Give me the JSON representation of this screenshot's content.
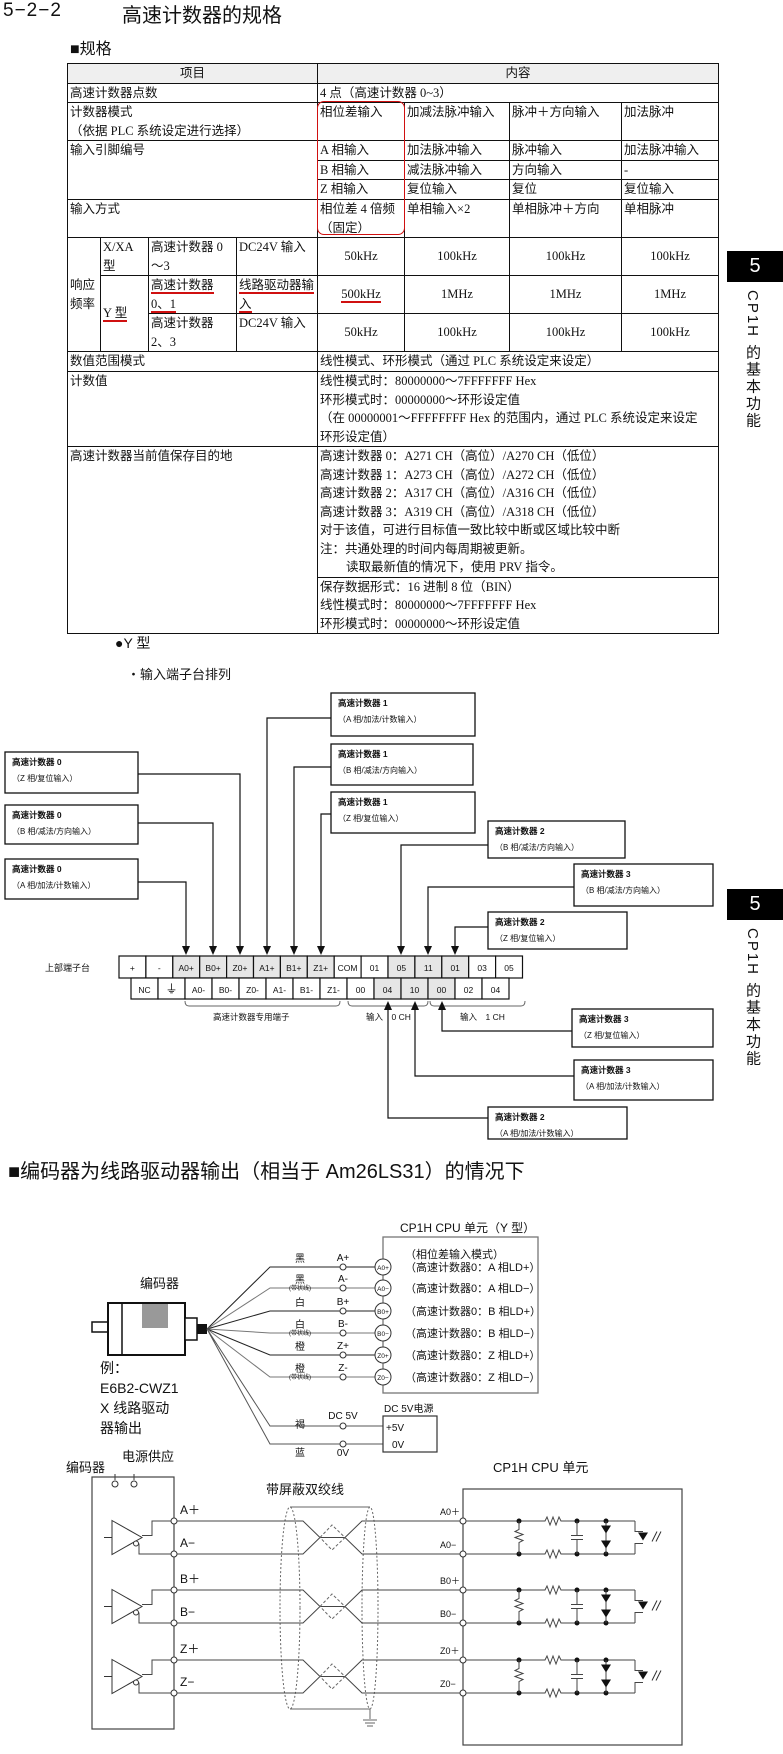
{
  "section": {
    "number": "5−2−2",
    "title": "高速计数器的规格"
  },
  "subheading": "■规格",
  "side_tab": {
    "number": "5",
    "text": "CP1H 的基本功能"
  },
  "table": {
    "header": [
      "项目",
      "内容"
    ],
    "count_label": "高速计数器点数",
    "count_value": "4 点（高速计数器 0~3）",
    "mode_label": [
      "计数器模式",
      "（依据 PLC 系统设定进行选择）"
    ],
    "modes": [
      "相位差输入",
      "加减法脉冲输入",
      "脉冲＋方向输入",
      "加法脉冲"
    ],
    "pin_label": "输入引脚编号",
    "pins": [
      [
        "A 相输入",
        "加法脉冲输入",
        "脉冲输入",
        "加法脉冲输入"
      ],
      [
        "B 相输入",
        "减法脉冲输入",
        "方向输入",
        "-"
      ],
      [
        "Z 相输入",
        "复位输入",
        "复位",
        "复位输入"
      ]
    ],
    "method_label": "输入方式",
    "methods": [
      "相位差 4 倍频（固定）",
      "单相输入×2",
      "单相脉冲＋方向",
      "单相脉冲"
    ],
    "freq_label": "响应频率",
    "freq_rows": [
      {
        "type": "X/XA 型",
        "counter": "高速计数器 0～3",
        "input": "DC24V 输入",
        "values": [
          "50kHz",
          "100kHz",
          "100kHz",
          "100kHz"
        ]
      },
      {
        "type": "Y 型",
        "counter": "高速计数器 0、1",
        "input": "线路驱动器输入",
        "values": [
          "500kHz",
          "1MHz",
          "1MHz",
          "1MHz"
        ]
      },
      {
        "counter": "高速计数器 2、3",
        "input": "DC24V 输入",
        "values": [
          "50kHz",
          "100kHz",
          "100kHz",
          "100kHz"
        ]
      }
    ],
    "range_label": "数值范围模式",
    "range_value": "线性模式、环形模式（通过 PLC 系统设定来设定）",
    "countval_label": "计数值",
    "countval_lines": [
      "线性模式时：80000000～7FFFFFFF Hex",
      "环形模式时：00000000～环形设定值",
      "（在 00000001～FFFFFFFF Hex 的范围内，通过 PLC 系统设定来设定",
      "环形设定值）"
    ],
    "dest_label": "高速计数器当前值保存目的地",
    "dest_lines": [
      "高速计数器 0：A271 CH（高位）/A270 CH（低位）",
      "高速计数器 1：A273 CH（高位）/A272 CH（低位）",
      "高速计数器 2：A317 CH（高位）/A316 CH（低位）",
      "高速计数器 3：A319 CH（高位）/A318 CH（低位）",
      "对于该值，可进行目标值一致比较中断或区域比较中断",
      "注：共通处理的时间内每周期被更新。",
      "读取最新值的情况下，使用 PRV 指令。"
    ],
    "format_lines": [
      "保存数据形式：16 进制 8 位（BIN）",
      "线性模式时：80000000～7FFFFFFF Hex",
      "环形模式时：00000000～环形设定值"
    ]
  },
  "y_type": {
    "heading": "●Y 型",
    "subheading": "・输入端子台排列"
  },
  "terminal": {
    "block_label": "上部端子台",
    "top": [
      "+",
      "-",
      "A0+",
      "B0+",
      "Z0+",
      "A1+",
      "B1+",
      "Z1+",
      "COM",
      "01",
      "05",
      "11",
      "01",
      "03",
      "05"
    ],
    "bottom": [
      "NC",
      "⏚",
      "A0-",
      "B0-",
      "Z0-",
      "A1-",
      "B1-",
      "Z1-",
      "00",
      "04",
      "10",
      "00",
      "02",
      "04"
    ],
    "group_dedicated": "高速计数器专用端子",
    "group_ch0": "输入　0 CH",
    "group_ch1": "输入　1 CH",
    "callouts": [
      {
        "title": "高速计数器 1",
        "sub": "（A 相/加法/计数输入）"
      },
      {
        "title": "高速计数器 1",
        "sub": "（B 相/减法/方向输入）"
      },
      {
        "title": "高速计数器 1",
        "sub": "（Z 相/复位输入）"
      },
      {
        "title": "高速计数器 0",
        "sub": "（Z 相/复位输入）"
      },
      {
        "title": "高速计数器 0",
        "sub": "（B 相/减法/方向输入）"
      },
      {
        "title": "高速计数器 0",
        "sub": "（A 相/加法/计数输入）"
      },
      {
        "title": "高速计数器 2",
        "sub": "（B 相/减法/方向输入）"
      },
      {
        "title": "高速计数器 3",
        "sub": "（B 相/减法/方向输入）"
      },
      {
        "title": "高速计数器 2",
        "sub": "（Z 相/复位输入）"
      },
      {
        "title": "高速计数器 3",
        "sub": "（Z 相/复位输入）"
      },
      {
        "title": "高速计数器 3",
        "sub": "（A 相/加法/计数输入）"
      },
      {
        "title": "高速计数器 2",
        "sub": "（A 相/加法/计数输入）"
      }
    ]
  },
  "encoder_section": {
    "heading": "■编码器为线路驱动器输出（相当于 Am26LS31）的情况下",
    "encoder_label": "编码器",
    "example": [
      "例：",
      "E6B2-CWZ1",
      "X 线路驱动",
      "器输出"
    ],
    "cpu_title": "CP1H CPU 单元（Y 型）",
    "mode_text": "（相位差输入模式）",
    "wires": [
      {
        "color": "黑",
        "note": "",
        "signal": "A+",
        "terminal": "A0+",
        "desc": "（高速计数器0：A 相LD+）"
      },
      {
        "color": "黑",
        "note": "(带状线)",
        "signal": "A-",
        "terminal": "A0−",
        "desc": "（高速计数器0：A 相LD−）"
      },
      {
        "color": "白",
        "note": "",
        "signal": "B+",
        "terminal": "B0+",
        "desc": "（高速计数器0：B 相LD+）"
      },
      {
        "color": "白",
        "note": "(带状线)",
        "signal": "B-",
        "terminal": "B0−",
        "desc": "（高速计数器0：B 相LD−）"
      },
      {
        "color": "橙",
        "note": "",
        "signal": "Z+",
        "terminal": "Z0+",
        "desc": "（高速计数器0：Z 相LD+）"
      },
      {
        "color": "橙",
        "note": "(带状线)",
        "signal": "Z-",
        "terminal": "Z0−",
        "desc": "（高速计数器0：Z 相LD−）"
      }
    ],
    "power": {
      "title": "DC 5V电源",
      "plus": "+5V",
      "zero": "0V",
      "brown": "褐",
      "blue": "蓝",
      "dc5v": "DC 5V",
      "ov": "0V"
    },
    "circuit": {
      "encoder_label": "编码器",
      "supply_label": "电源供应",
      "cable_label": "带屏蔽双绞线",
      "cpu_label": "CP1H CPU 单元",
      "enc_pins": [
        "A＋",
        "A−",
        "B＋",
        "B−",
        "Z＋",
        "Z−"
      ],
      "cpu_pins": [
        "A0＋",
        "A0−",
        "B0＋",
        "B0−",
        "Z0＋",
        "Z0−"
      ]
    }
  }
}
